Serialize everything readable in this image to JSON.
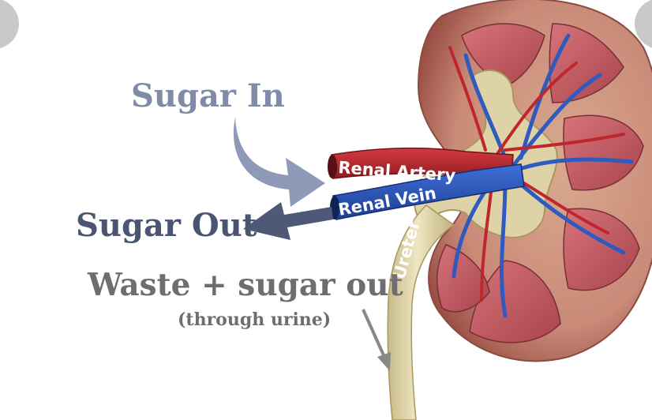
{
  "labels": {
    "sugar_in": "Sugar In",
    "sugar_out": "Sugar Out",
    "waste_out": "Waste + sugar out",
    "urine_note": "(through urine)",
    "renal_artery": "Renal Artery",
    "renal_vein": "Renal Vein",
    "ureter": "Ureter"
  },
  "colors": {
    "sugar_in_arrow": "#8e9ab8",
    "sugar_out_arrow": "#4e5978",
    "urine_arrow": "#888888",
    "artery": "#b5242b",
    "vein": "#2a53b8",
    "ureter": "#ddd3a6",
    "kidney_cortex": "#c98a78",
    "kidney_medulla": "#c55e62"
  }
}
